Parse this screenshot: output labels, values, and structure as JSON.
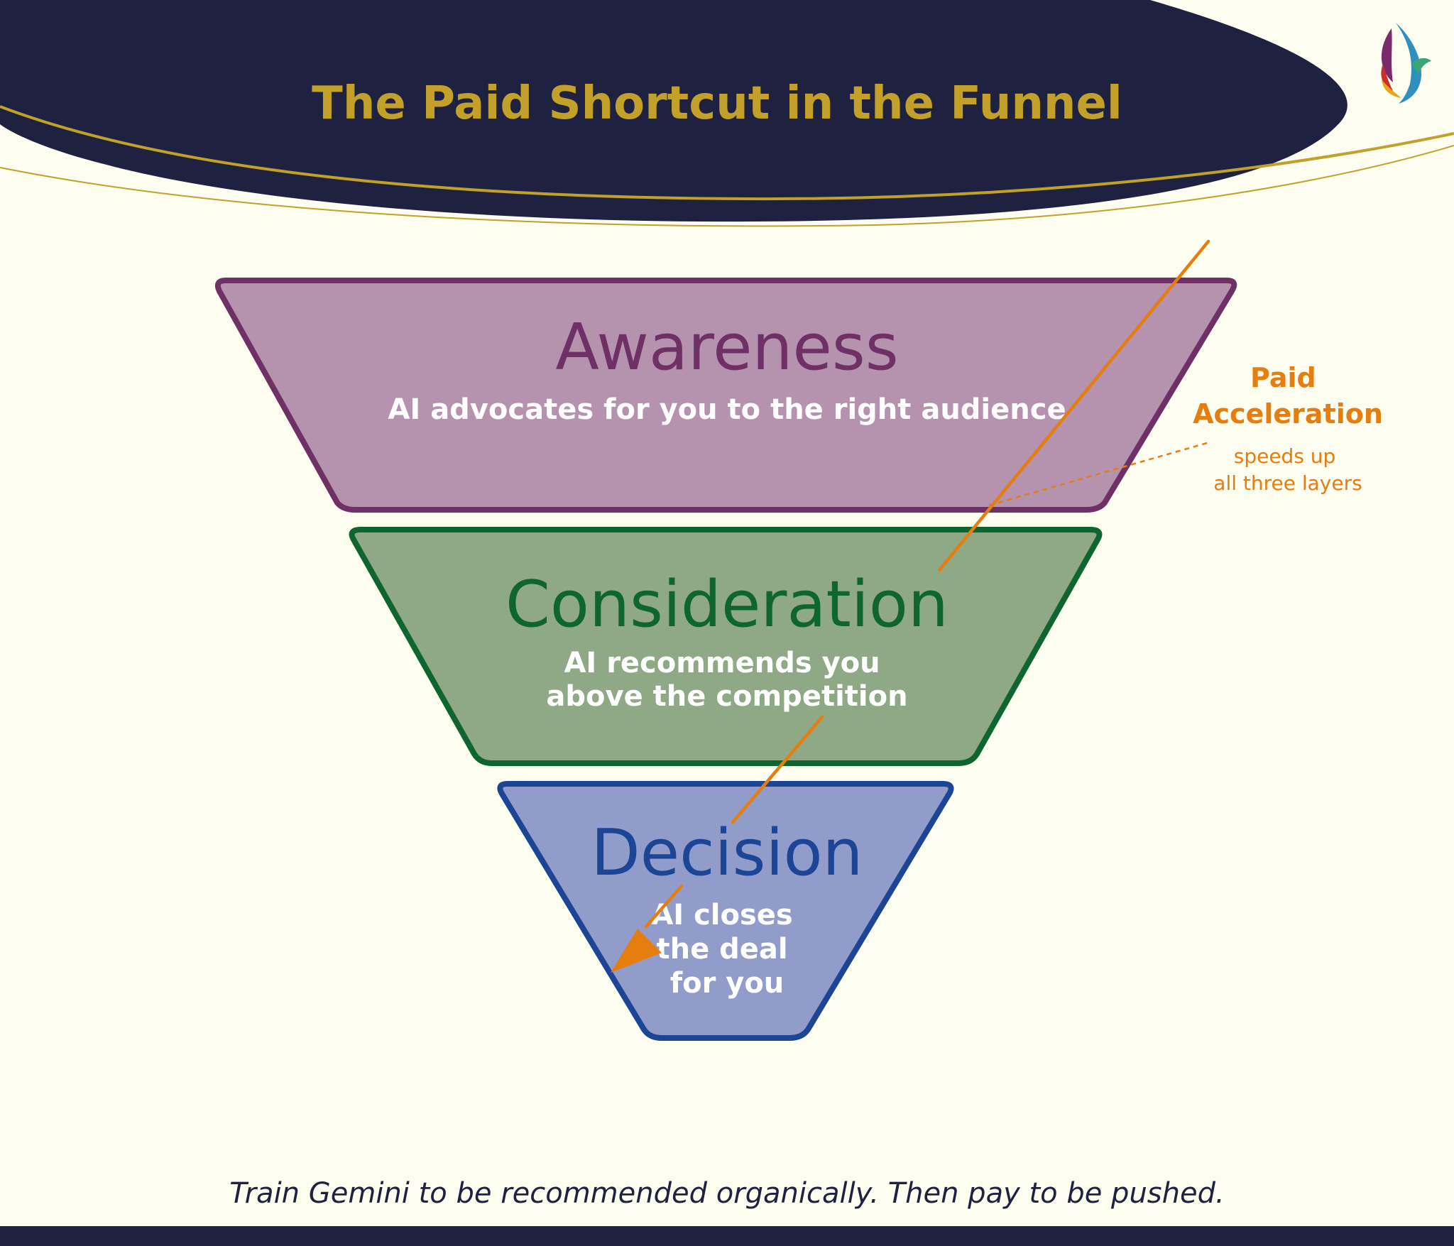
{
  "title": "The Paid  Shortcut in the Funnel",
  "layers": [
    {
      "name": "Awareness",
      "description": [
        "AI advocates for you to the right audience"
      ],
      "fill": "#b593ae",
      "stroke": "#6e3065",
      "text_color": "#6e3065"
    },
    {
      "name": "Consideration",
      "description": [
        "AI recommends you",
        "above the competition"
      ],
      "fill": "#8fa986",
      "stroke": "#0f6530",
      "text_color": "#0f6530"
    },
    {
      "name": "Decision",
      "description": [
        "AI closes",
        "the deal",
        "for you"
      ],
      "fill": "#929ccb",
      "stroke": "#1c4595",
      "text_color": "#1c4595"
    }
  ],
  "annotation": {
    "title_lines": [
      "Paid",
      "Acceleration"
    ],
    "subtitle_lines": [
      "speeds up",
      "all three layers"
    ],
    "color": "#e57d0f"
  },
  "footer": "Train Gemini to be recommended organically. Then pay to be pushed.",
  "logo": {
    "icon": "bird-logo-icon",
    "colors": [
      "#7b2a6b",
      "#e9a31b",
      "#2f8fbf",
      "#3aa673"
    ]
  },
  "colors": {
    "background": "#fdfdf0",
    "navy": "#1e2140",
    "gold": "#c2a02a"
  }
}
